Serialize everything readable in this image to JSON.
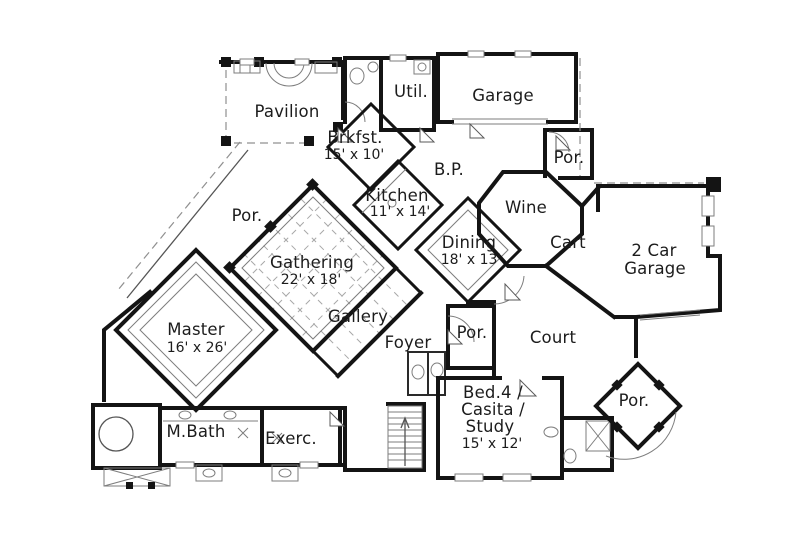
{
  "page": {
    "background": "#ffffff"
  },
  "colors": {
    "wall": "#141414",
    "thin_line": "#7d7d7d",
    "dashed_line": "#909090",
    "text": "#1c1c1c"
  },
  "rooms": {
    "pavilion": {
      "label": "Pavilion"
    },
    "util": {
      "label": "Util."
    },
    "garage": {
      "label": "Garage"
    },
    "por_top": {
      "label": "Por."
    },
    "brkfst": {
      "label": "Brkfst.",
      "dims": "15' x 10'"
    },
    "bp": {
      "label": "B.P."
    },
    "kitchen": {
      "label": "Kitchen",
      "dims": "11' x 14'"
    },
    "wine": {
      "label": "Wine"
    },
    "dining": {
      "label": "Dining",
      "dims": "18' x 13'"
    },
    "cart": {
      "label": "Cart"
    },
    "car_garage": {
      "line1": "2 Car",
      "line2": "Garage"
    },
    "por_left": {
      "label": "Por."
    },
    "gathering": {
      "label": "Gathering",
      "dims": "22' x 18'"
    },
    "gallery": {
      "label": "Gallery"
    },
    "master": {
      "label": "Master",
      "dims": "16' x 26'"
    },
    "foyer": {
      "label": "Foyer"
    },
    "por_center": {
      "label": "Por."
    },
    "court": {
      "label": "Court"
    },
    "bed4": {
      "line1": "Bed.4 /",
      "line2": "Casita /",
      "line3": "Study",
      "line4": "15' x 12'"
    },
    "mbath": {
      "label": "M.Bath"
    },
    "exerc": {
      "label": "Exerc."
    },
    "por_bottom": {
      "label": "Por."
    }
  }
}
